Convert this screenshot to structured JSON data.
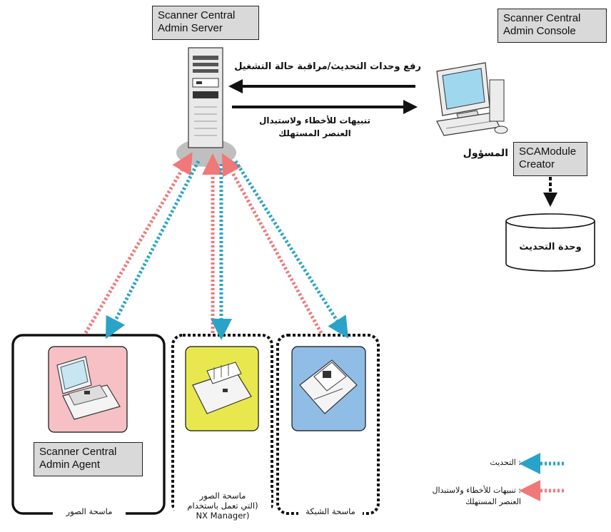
{
  "server": {
    "label_line1": "Scanner Central",
    "label_line2": "Admin Server"
  },
  "console": {
    "label_line1": "Scanner Central",
    "label_line2": "Admin Console"
  },
  "module_creator": {
    "label_line1": "SCAModule",
    "label_line2": "Creator"
  },
  "update_module": {
    "label": "وحدة التحديث"
  },
  "administrator": {
    "label": "المسؤول"
  },
  "flows": {
    "upload_label": "رفع وحدات التحديث/مراقبة حالة التشغيل",
    "notify_label_line1": "تنبيهات للأخطاء ولاستبدال",
    "notify_label_line2": "العنصر المستهلك"
  },
  "agent": {
    "label_line1": "Scanner Central",
    "label_line2": "Admin Agent"
  },
  "groups": [
    {
      "name": "image-scanner",
      "label": "ماسحة الصور",
      "fill": "#f6c0c4"
    },
    {
      "name": "image-scanner-nx",
      "label_line1": "ماسحة الصور",
      "label_line2": "(التي تعمل باستخدام",
      "label_line3": "NX Manager)",
      "fill": "#e8e84e"
    },
    {
      "name": "network-scanner",
      "label": "ماسحة الشبكة",
      "fill": "#8fbde6"
    }
  ],
  "legend": {
    "update_label": ": التحديث",
    "notify_label_line1": ": تنبيهات للأخطاء ولاستبدال",
    "notify_label_line2": "العنصر المستهلك",
    "update_color": "#29a3c7",
    "notify_color": "#f07878"
  }
}
